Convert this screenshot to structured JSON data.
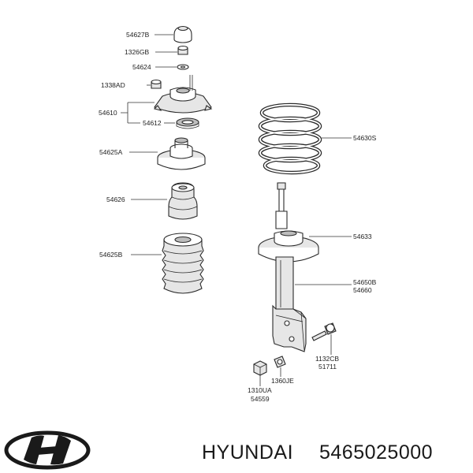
{
  "labels": {
    "l54627B": "54627B",
    "l1326GB": "1326GB",
    "l54624": "54624",
    "l1338AD": "1338AD",
    "l54610": "54610",
    "l54612": "54612",
    "l54625A": "54625A",
    "l54626": "54626",
    "l54625B": "54625B",
    "l54630S": "54630S",
    "l54633": "54633",
    "l54650B": "54650B",
    "l54660": "54660",
    "l1132CB": "1132CB",
    "l51711": "51711",
    "l1360JE": "1360JE",
    "l1310UA": "1310UA",
    "l54559": "54559"
  },
  "footer": {
    "brand": "HYUNDAI",
    "part_number": "5465025000"
  },
  "logo": {
    "name": "hyundai-logo-icon",
    "color": "#1a1a1a"
  }
}
